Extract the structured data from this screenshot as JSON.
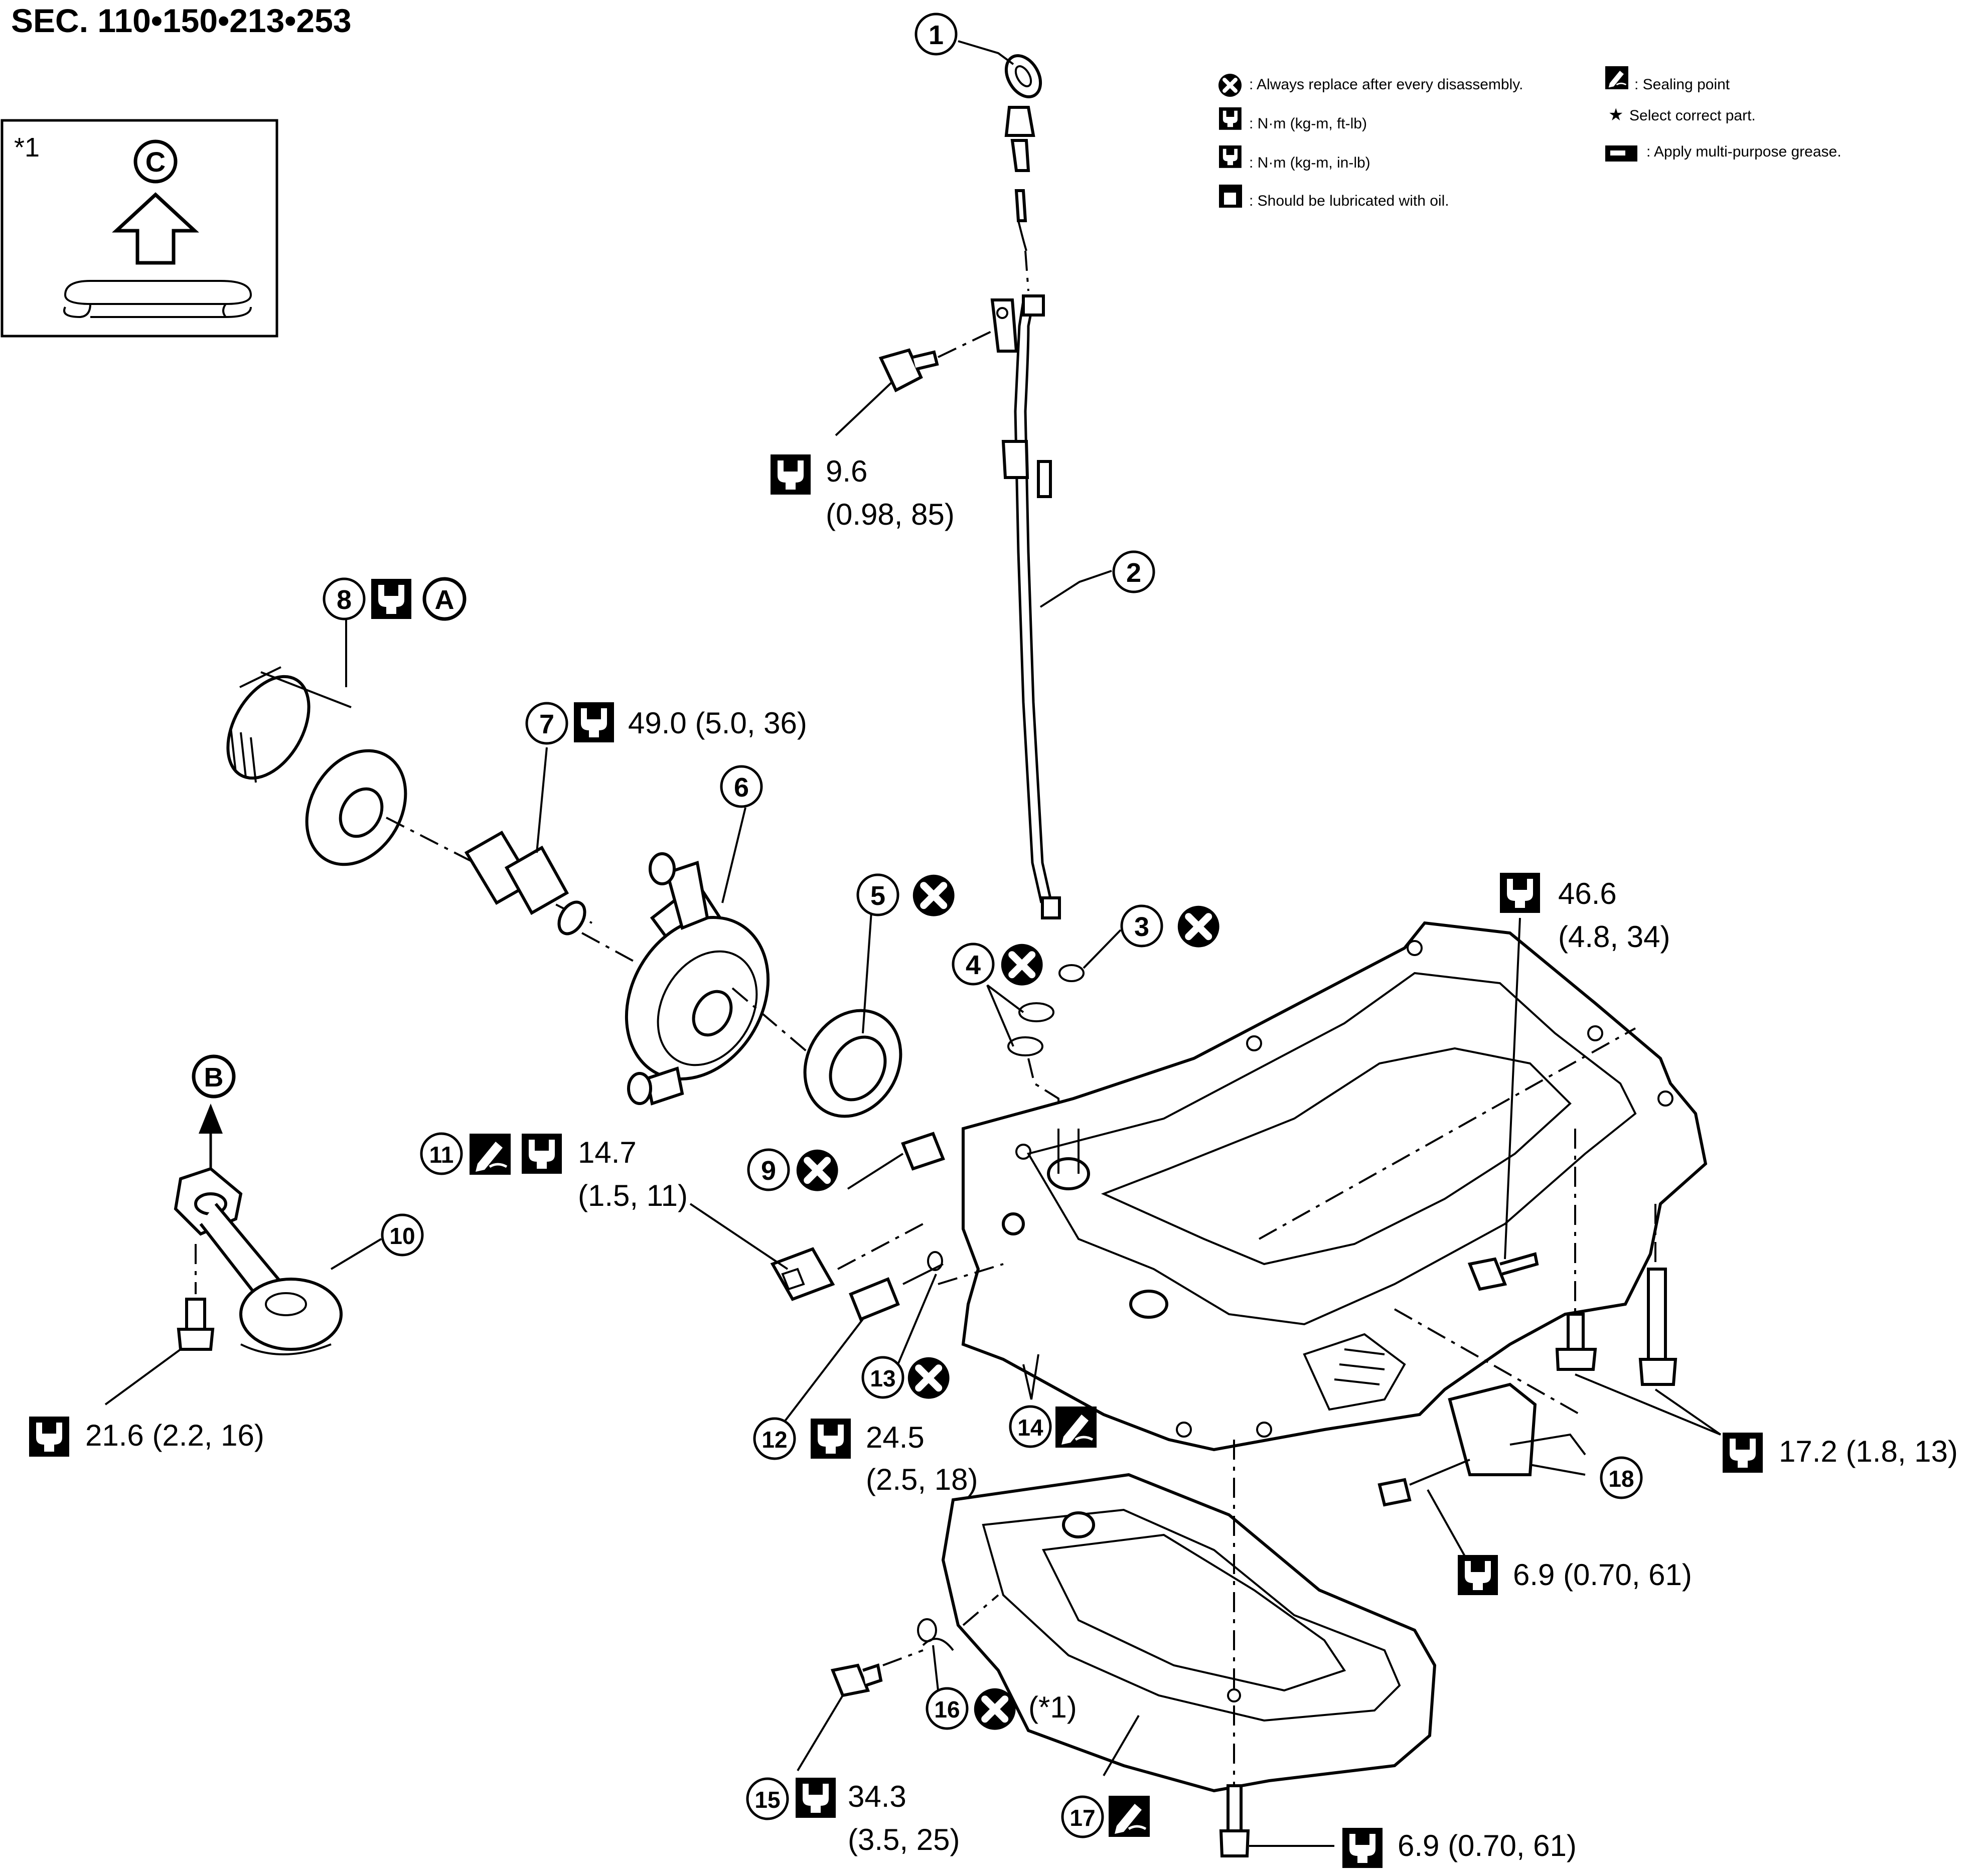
{
  "header": {
    "sec": "SEC. 110•150•213•253"
  },
  "inset": {
    "mark": "*1",
    "letter": "C"
  },
  "legend": {
    "items": [
      {
        "icon": "x-circle-icon",
        "text": ": Always replace after every disassembly."
      },
      {
        "icon": "torque-wrench-icon",
        "text": ": N·m (kg-m, ft-lb)"
      },
      {
        "icon": "torque-wrench-filled-icon",
        "text": ": N·m (kg-m, in-lb)"
      },
      {
        "icon": "oil-can-icon",
        "text": ": Should be lubricated with oil."
      },
      {
        "icon": "sealant-icon",
        "text": ": Sealing point"
      },
      {
        "icon": "star-icon",
        "text": "Select correct part."
      },
      {
        "icon": "grease-icon",
        "text": ": Apply multi-purpose grease."
      }
    ],
    "star": "★"
  },
  "callouts": {
    "c1": "1",
    "c2": "2",
    "c3": "3",
    "c4": "4",
    "c5": "5",
    "c6": "6",
    "c7": "7",
    "c8": "8",
    "c9": "9",
    "c10": "10",
    "c11": "11",
    "c12": "12",
    "c13": "13",
    "c14": "14",
    "c15": "15",
    "c16": "16",
    "c17": "17",
    "c18": "18"
  },
  "letters": {
    "a": "A",
    "b": "B"
  },
  "torques": {
    "t_dipstick_1": "9.6",
    "t_dipstick_2": "(0.98, 85)",
    "t_7": "49.0 (5.0, 36)",
    "t_46_1": "46.6",
    "t_46_2": "(4.8, 34)",
    "t_11_1": "14.7",
    "t_11_2": "(1.5, 11)",
    "t_10": "21.6 (2.2, 16)",
    "t_12_1": "24.5",
    "t_12_2": "(2.5, 18)",
    "t_17": "17.2 (1.8, 13)",
    "t_18": "6.9 (0.70, 61)",
    "t_15_1": "34.3",
    "t_15_2": "(3.5, 25)",
    "t_16": "(*1)",
    "t_bottom": "6.9 (0.70, 61)"
  },
  "colors": {
    "ink": "#000000",
    "paper": "#ffffff"
  }
}
